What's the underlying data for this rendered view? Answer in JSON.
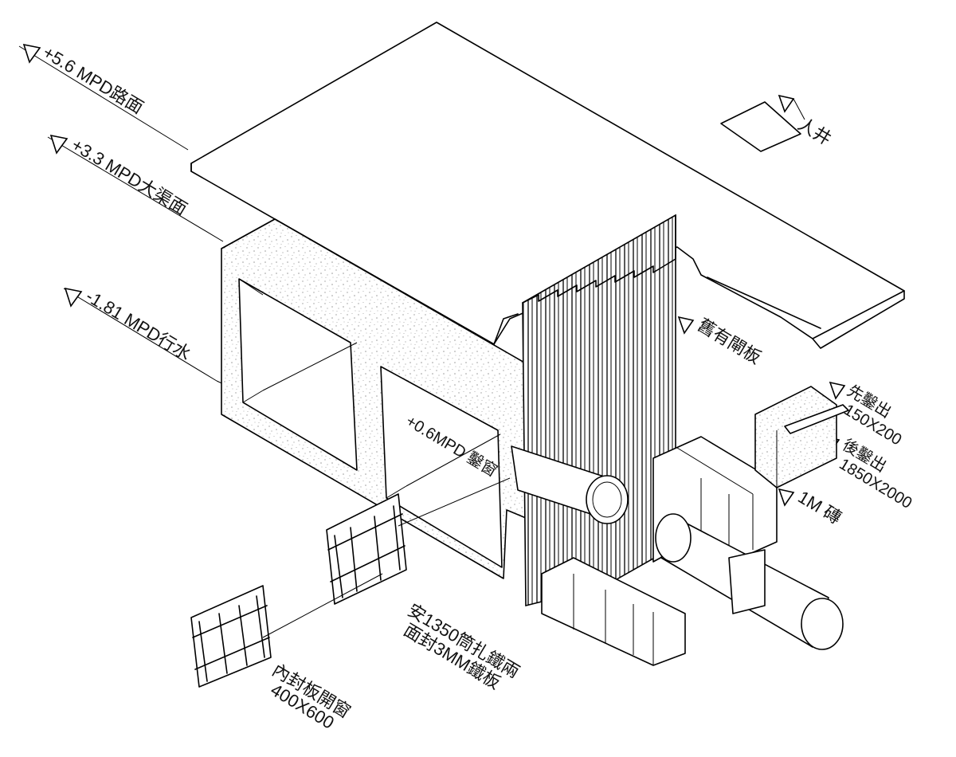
{
  "labels": {
    "elev_road": "+5.6 MPD路面",
    "elev_channel": "+3.3 MPD大渠面",
    "elev_flow": "-1.81 MPD行水",
    "elev_window": "+0.6MPD 鑿窗",
    "manhole": "人井",
    "sheet_pile": "舊有閘板",
    "first_chisel": "先鑿出",
    "first_chisel_size": "150X200",
    "after_chisel": "後鑿出",
    "after_chisel_size": "1850X2000",
    "brick": "1M 磚",
    "install_line1": "安1350筒扎鐵兩",
    "install_line2": "面封3MM鐵板",
    "inner_plate_line1": "內封板開窗",
    "inner_plate_line2": "400X600"
  },
  "colors": {
    "line": "#000000",
    "background": "#ffffff",
    "concrete_speckle": "#9a9a9a"
  }
}
